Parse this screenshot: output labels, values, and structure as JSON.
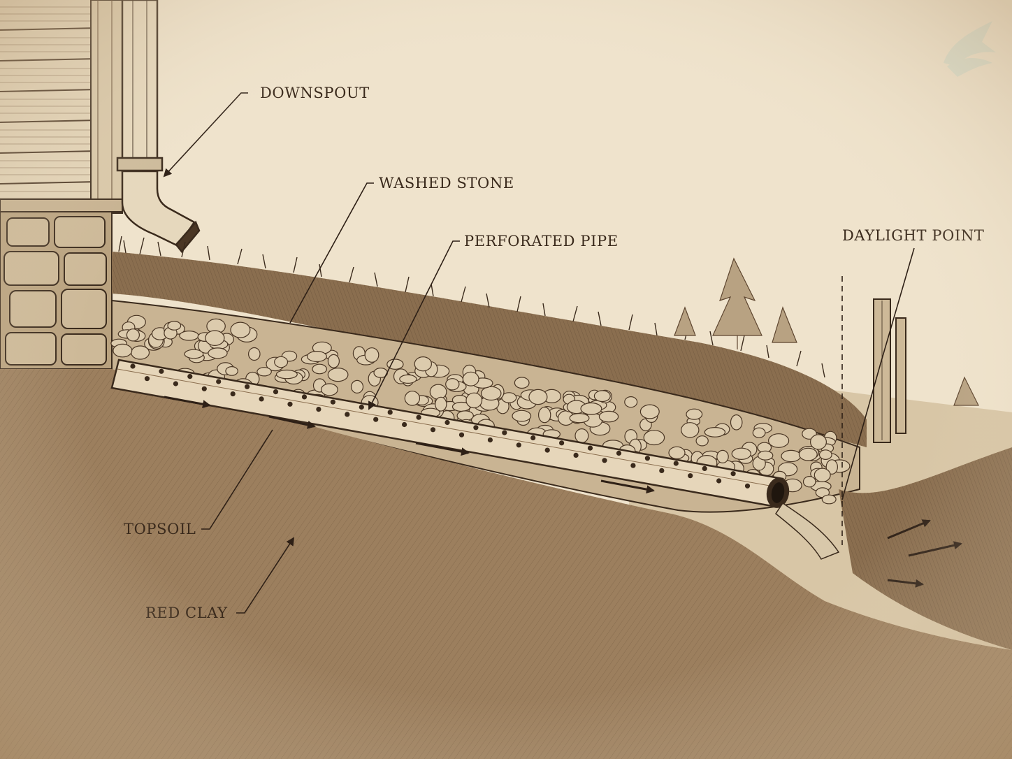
{
  "labels": {
    "downspout": "DOWNSPOUT",
    "washed_stone": "WASHED STONE",
    "perforated_pipe": "PERFORATED PIPE",
    "daylight_point": "DAYLIGHT POINT",
    "topsoil": "TOPSOIL",
    "red_clay": "RED CLAY"
  },
  "colors": {
    "paper": "#efe3cc",
    "ink": "#3a2a1c",
    "stone": "#c9b493",
    "soil": "#7d6246",
    "clay": "#9c7f5e",
    "pipe": "#e6d6ba"
  },
  "icons": {
    "watermark": "curved-arrow-logo"
  }
}
